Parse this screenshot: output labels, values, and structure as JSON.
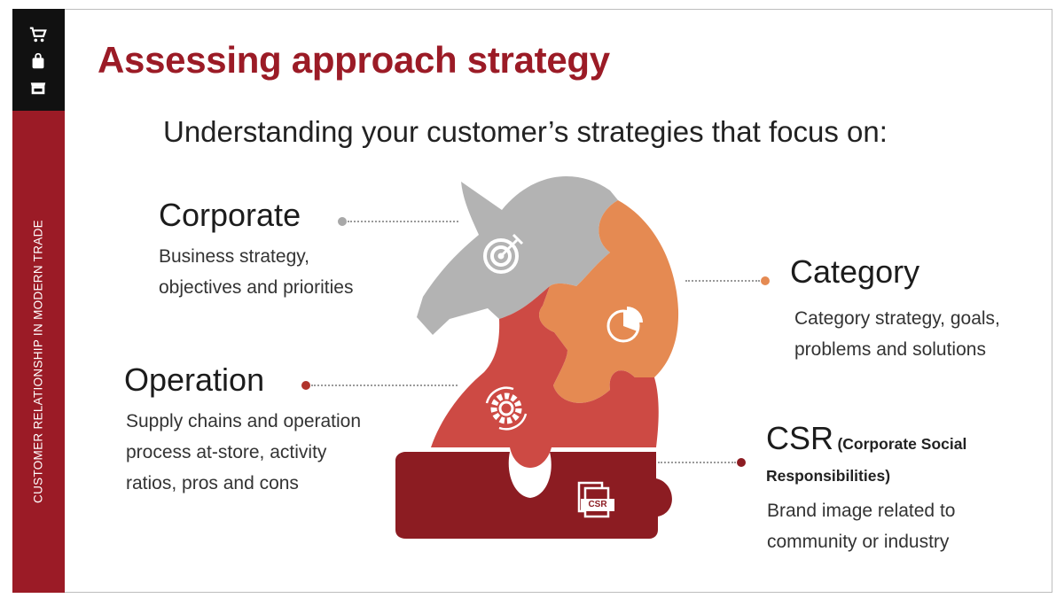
{
  "sidebar": {
    "vertical_label": "CUSTOMER RELATIONSHIP IN MODERN TRADE",
    "icons": [
      "cart-icon",
      "shopping-bag-icon",
      "store-icon"
    ]
  },
  "title": "Assessing approach strategy",
  "subtitle": "Understanding your customer’s strategies that focus on:",
  "sections": {
    "corporate": {
      "heading": "Corporate",
      "lines": [
        "Business strategy,",
        "objectives and priorities"
      ],
      "color": "#b3b3b3",
      "icon": "target-icon"
    },
    "category": {
      "heading": "Category",
      "lines": [
        "Category strategy, goals,",
        "problems and solutions"
      ],
      "color": "#e58a52",
      "icon": "pie-chart-icon"
    },
    "operation": {
      "heading": "Operation",
      "lines": [
        "Supply chains and operation",
        "process at-store, activity",
        "ratios, pros and cons"
      ],
      "color": "#cd4a44",
      "icon": "gear-cycle-icon"
    },
    "csr": {
      "heading": "CSR",
      "heading_note_1": "(Corporate Social",
      "heading_note_2": "Responsibilities)",
      "lines": [
        "Brand image related to",
        "community or industry"
      ],
      "color": "#8c1c22",
      "icon": "csr-document-icon",
      "icon_label": "CSR"
    }
  },
  "colors": {
    "brand_red": "#9b1b26",
    "sidebar_black": "#111111"
  }
}
